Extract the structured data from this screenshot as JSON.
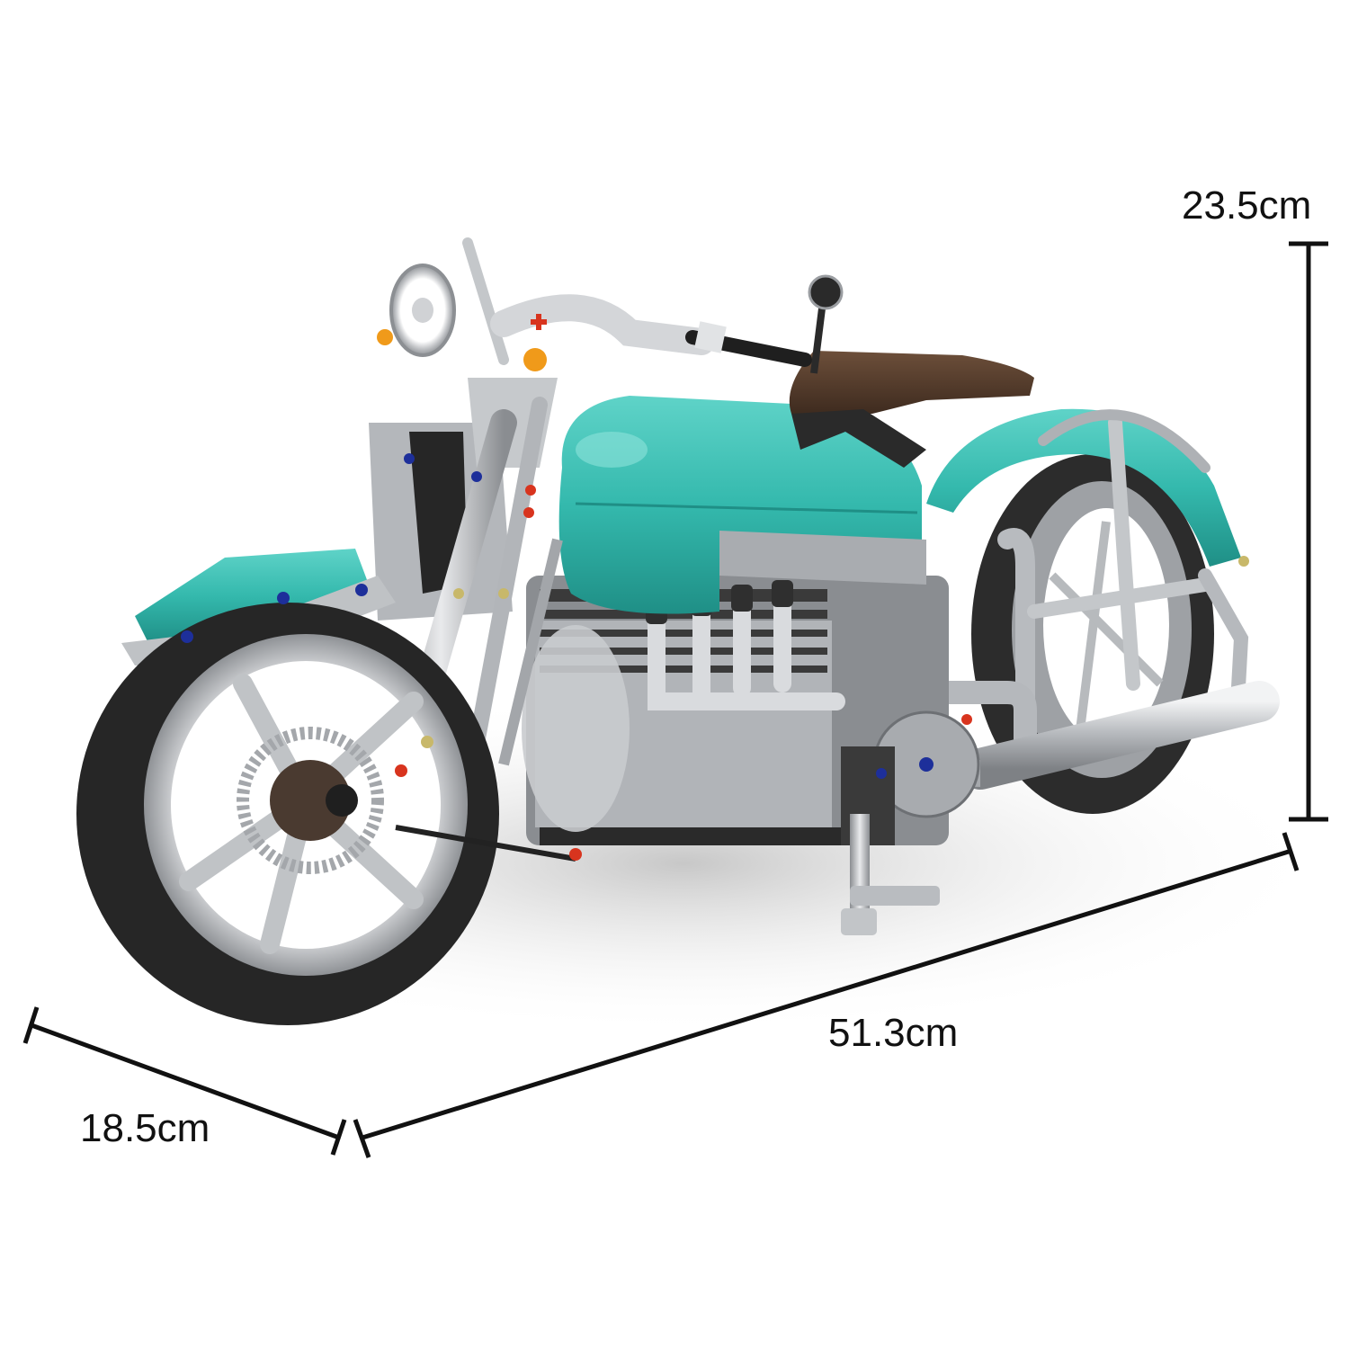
{
  "product": {
    "subject": "motorcycle building-block model",
    "colors": {
      "teal_body": "#34b9ad",
      "teal_shadow": "#1f8f86",
      "chrome": "#c9cbce",
      "chrome_dark": "#8d9094",
      "tire": "#2a2a2a",
      "seat_brown": "#5a4030",
      "pin_blue": "#1d2f9a",
      "pin_red": "#d8341e",
      "pin_yellow": "#c8b86a",
      "light_orange": "#f09a1a",
      "dimension_line": "#111111",
      "background": "#ffffff"
    }
  },
  "dimensions": {
    "height": {
      "label": "23.5cm"
    },
    "length": {
      "label": "51.3cm"
    },
    "width": {
      "label": "18.5cm"
    }
  }
}
